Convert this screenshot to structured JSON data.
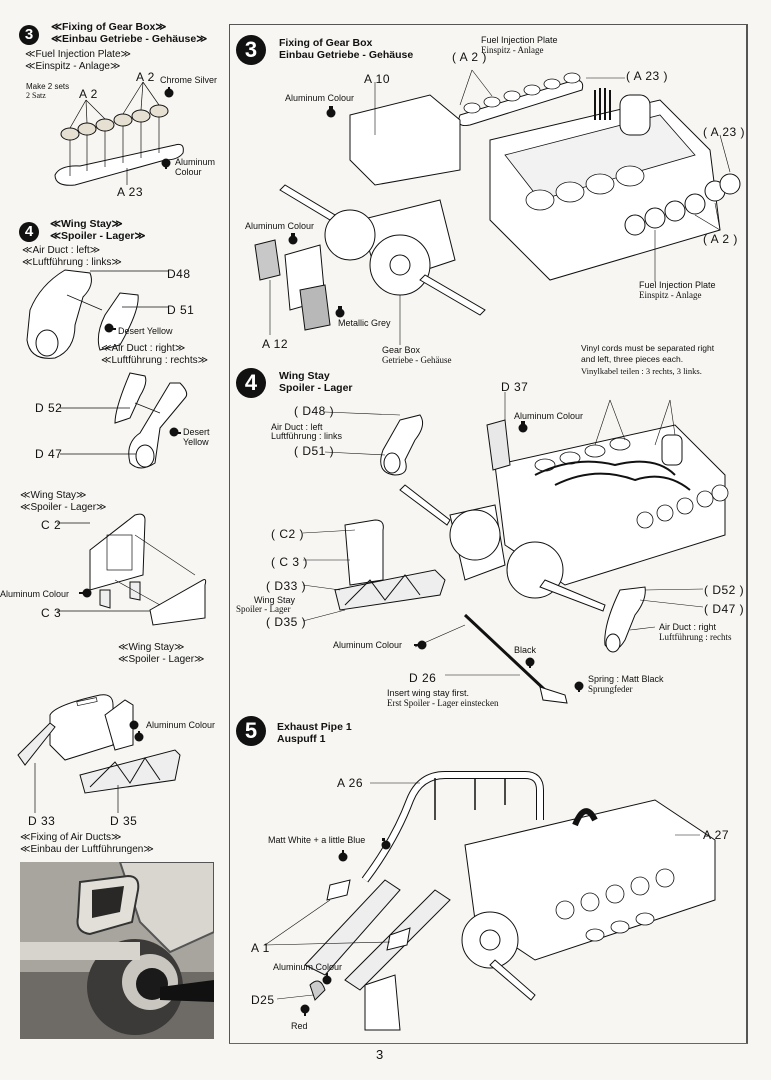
{
  "page_number": "3",
  "left_column": {
    "step3": {
      "number": "3",
      "title_en": "≪Fixing of Gear Box≫",
      "title_de": "≪Einbau Getriebe - Gehäuse≫",
      "sub_en": "≪Fuel Injection Plate≫",
      "sub_de": "≪Einspitz - Anlage≫",
      "make_sets": "Make 2 sets",
      "make_sets_de": "2 Satz",
      "part_a2_left": "A 2",
      "part_a2_right": "A 2",
      "part_a23": "A 23",
      "paint_chrome": "Chrome Silver",
      "paint_alu_1": "Aluminum",
      "paint_alu_2": "Colour"
    },
    "step4": {
      "number": "4",
      "title_en": "≪Wing Stay≫",
      "title_de": "≪Spoiler - Lager≫",
      "left_duct_en": "≪Air Duct : left≫",
      "left_duct_de": "≪Luftführung : links≫",
      "part_d48": "D48",
      "part_d51": "D 51",
      "paint_desert_1": "Desert Yellow",
      "right_duct_en": "≪Air Duct : right≫",
      "right_duct_de": "≪Luftführung : rechts≫",
      "part_d52": "D 52",
      "part_d47": "D 47",
      "paint_desert_2a": "Desert",
      "paint_desert_2b": "Yellow",
      "wing_stay_en": "≪Wing Stay≫",
      "wing_stay_de": "≪Spoiler - Lager≫",
      "part_c2": "C 2",
      "part_c3": "C 3",
      "paint_alu_c": "Aluminum Colour",
      "wing_stay2_en": "≪Wing Stay≫",
      "wing_stay2_de": "≪Spoiler - Lager≫",
      "paint_alu_d": "Aluminum Colour",
      "part_d33": "D 33",
      "part_d35": "D 35",
      "air_ducts_en": "≪Fixing of Air Ducts≫",
      "air_ducts_de": "≪Einbau der Luftführungen≫"
    }
  },
  "right_panel": {
    "step3": {
      "number": "3",
      "title_en": "Fixing of Gear Box",
      "title_de": "Einbau Getriebe - Gehäuse",
      "fuel_plate_en": "Fuel Injection Plate",
      "fuel_plate_de": "Einspitz - Anlage",
      "part_a2_top": "( A 2 )",
      "part_a23_top": "( A 23 )",
      "part_a23_right": "( A 23 )",
      "part_a2_right": "( A 2 )",
      "fuel_plate2_en": "Fuel Injection Plate",
      "fuel_plate2_de": "Einspitz - Anlage",
      "part_a10": "A 10",
      "paint_alu_1": "Aluminum Colour",
      "paint_alu_2": "Aluminum Colour",
      "paint_metallic": "Metallic Grey",
      "part_a12": "A 12",
      "gearbox_en": "Gear Box",
      "gearbox_de": "Getriebe - Gehäuse"
    },
    "step4": {
      "number": "4",
      "title_en": "Wing Stay",
      "title_de": "Spoiler - Lager",
      "vinyl_en": "Vinyl cords must be separated right and left, three pieces each.",
      "vinyl_de": "Vinylkabel teilen : 3 rechts, 3 links.",
      "part_d37": "D 37",
      "paint_alu_d37": "Aluminum Colour",
      "part_d48": "( D48 )",
      "air_left_en": "Air Duct : left",
      "air_left_de": "Luftführung : links",
      "part_d51": "( D51 )",
      "part_c2": "( C2 )",
      "part_c3": "( C 3 )",
      "part_d33": "( D33 )",
      "wing_en": "Wing Stay",
      "wing_de": "Spoiler - Lager",
      "part_d35": "( D35 )",
      "part_d52": "( D52 )",
      "part_d47": "( D47 )",
      "air_right_en": "Air Duct : right",
      "air_right_de": "Luftführung : rechts",
      "paint_alu": "Aluminum Colour",
      "paint_black": "Black",
      "part_d26": "D 26",
      "insert_en": "Insert wing stay first.",
      "insert_de": "Erst Spoiler - Lager einstecken",
      "spring_en": "Spring : Matt Black",
      "spring_de": "Sprungfeder"
    },
    "step5": {
      "number": "5",
      "title_en": "Exhaust Pipe 1",
      "title_de": "Auspuff 1",
      "part_a26": "A 26",
      "part_a27": "A 27",
      "paint_white_blue": "Matt White + a little Blue",
      "part_a1": "A 1",
      "paint_alu": "Aluminum Colour",
      "part_d25": "D25",
      "paint_red": "Red"
    }
  },
  "colors": {
    "ink": "#111111",
    "paper": "#f7f6f2",
    "frame": "#555555"
  }
}
